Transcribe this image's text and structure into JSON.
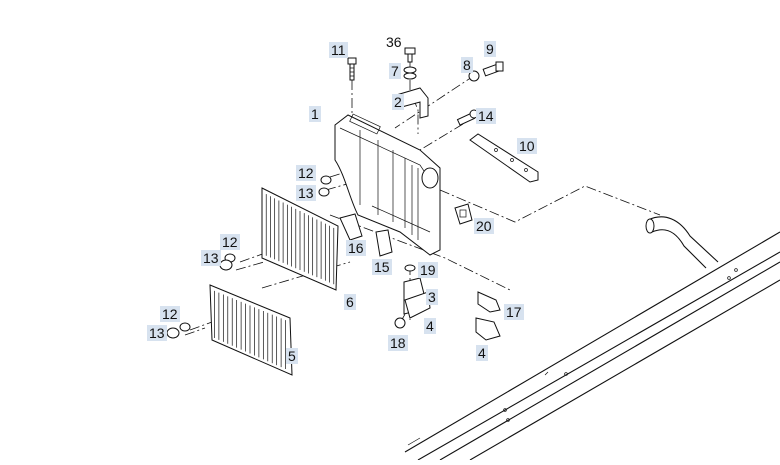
{
  "callouts": [
    {
      "id": "c11",
      "text": "11"
    },
    {
      "id": "c36",
      "text": "36"
    },
    {
      "id": "c7",
      "text": "7"
    },
    {
      "id": "c8",
      "text": "8"
    },
    {
      "id": "c9",
      "text": "9"
    },
    {
      "id": "c2",
      "text": "2"
    },
    {
      "id": "c1",
      "text": "1"
    },
    {
      "id": "c14",
      "text": "14"
    },
    {
      "id": "c10",
      "text": "10"
    },
    {
      "id": "c12a",
      "text": "12"
    },
    {
      "id": "c13a",
      "text": "13"
    },
    {
      "id": "c20",
      "text": "20"
    },
    {
      "id": "c12b",
      "text": "12"
    },
    {
      "id": "c13b",
      "text": "13"
    },
    {
      "id": "c16",
      "text": "16"
    },
    {
      "id": "c15",
      "text": "15"
    },
    {
      "id": "c19",
      "text": "19"
    },
    {
      "id": "c6",
      "text": "6"
    },
    {
      "id": "c3",
      "text": "3"
    },
    {
      "id": "c17",
      "text": "17"
    },
    {
      "id": "c12c",
      "text": "12"
    },
    {
      "id": "c13c",
      "text": "13"
    },
    {
      "id": "c4a",
      "text": "4"
    },
    {
      "id": "c18",
      "text": "18"
    },
    {
      "id": "c4b",
      "text": "4"
    },
    {
      "id": "c5",
      "text": "5"
    }
  ]
}
